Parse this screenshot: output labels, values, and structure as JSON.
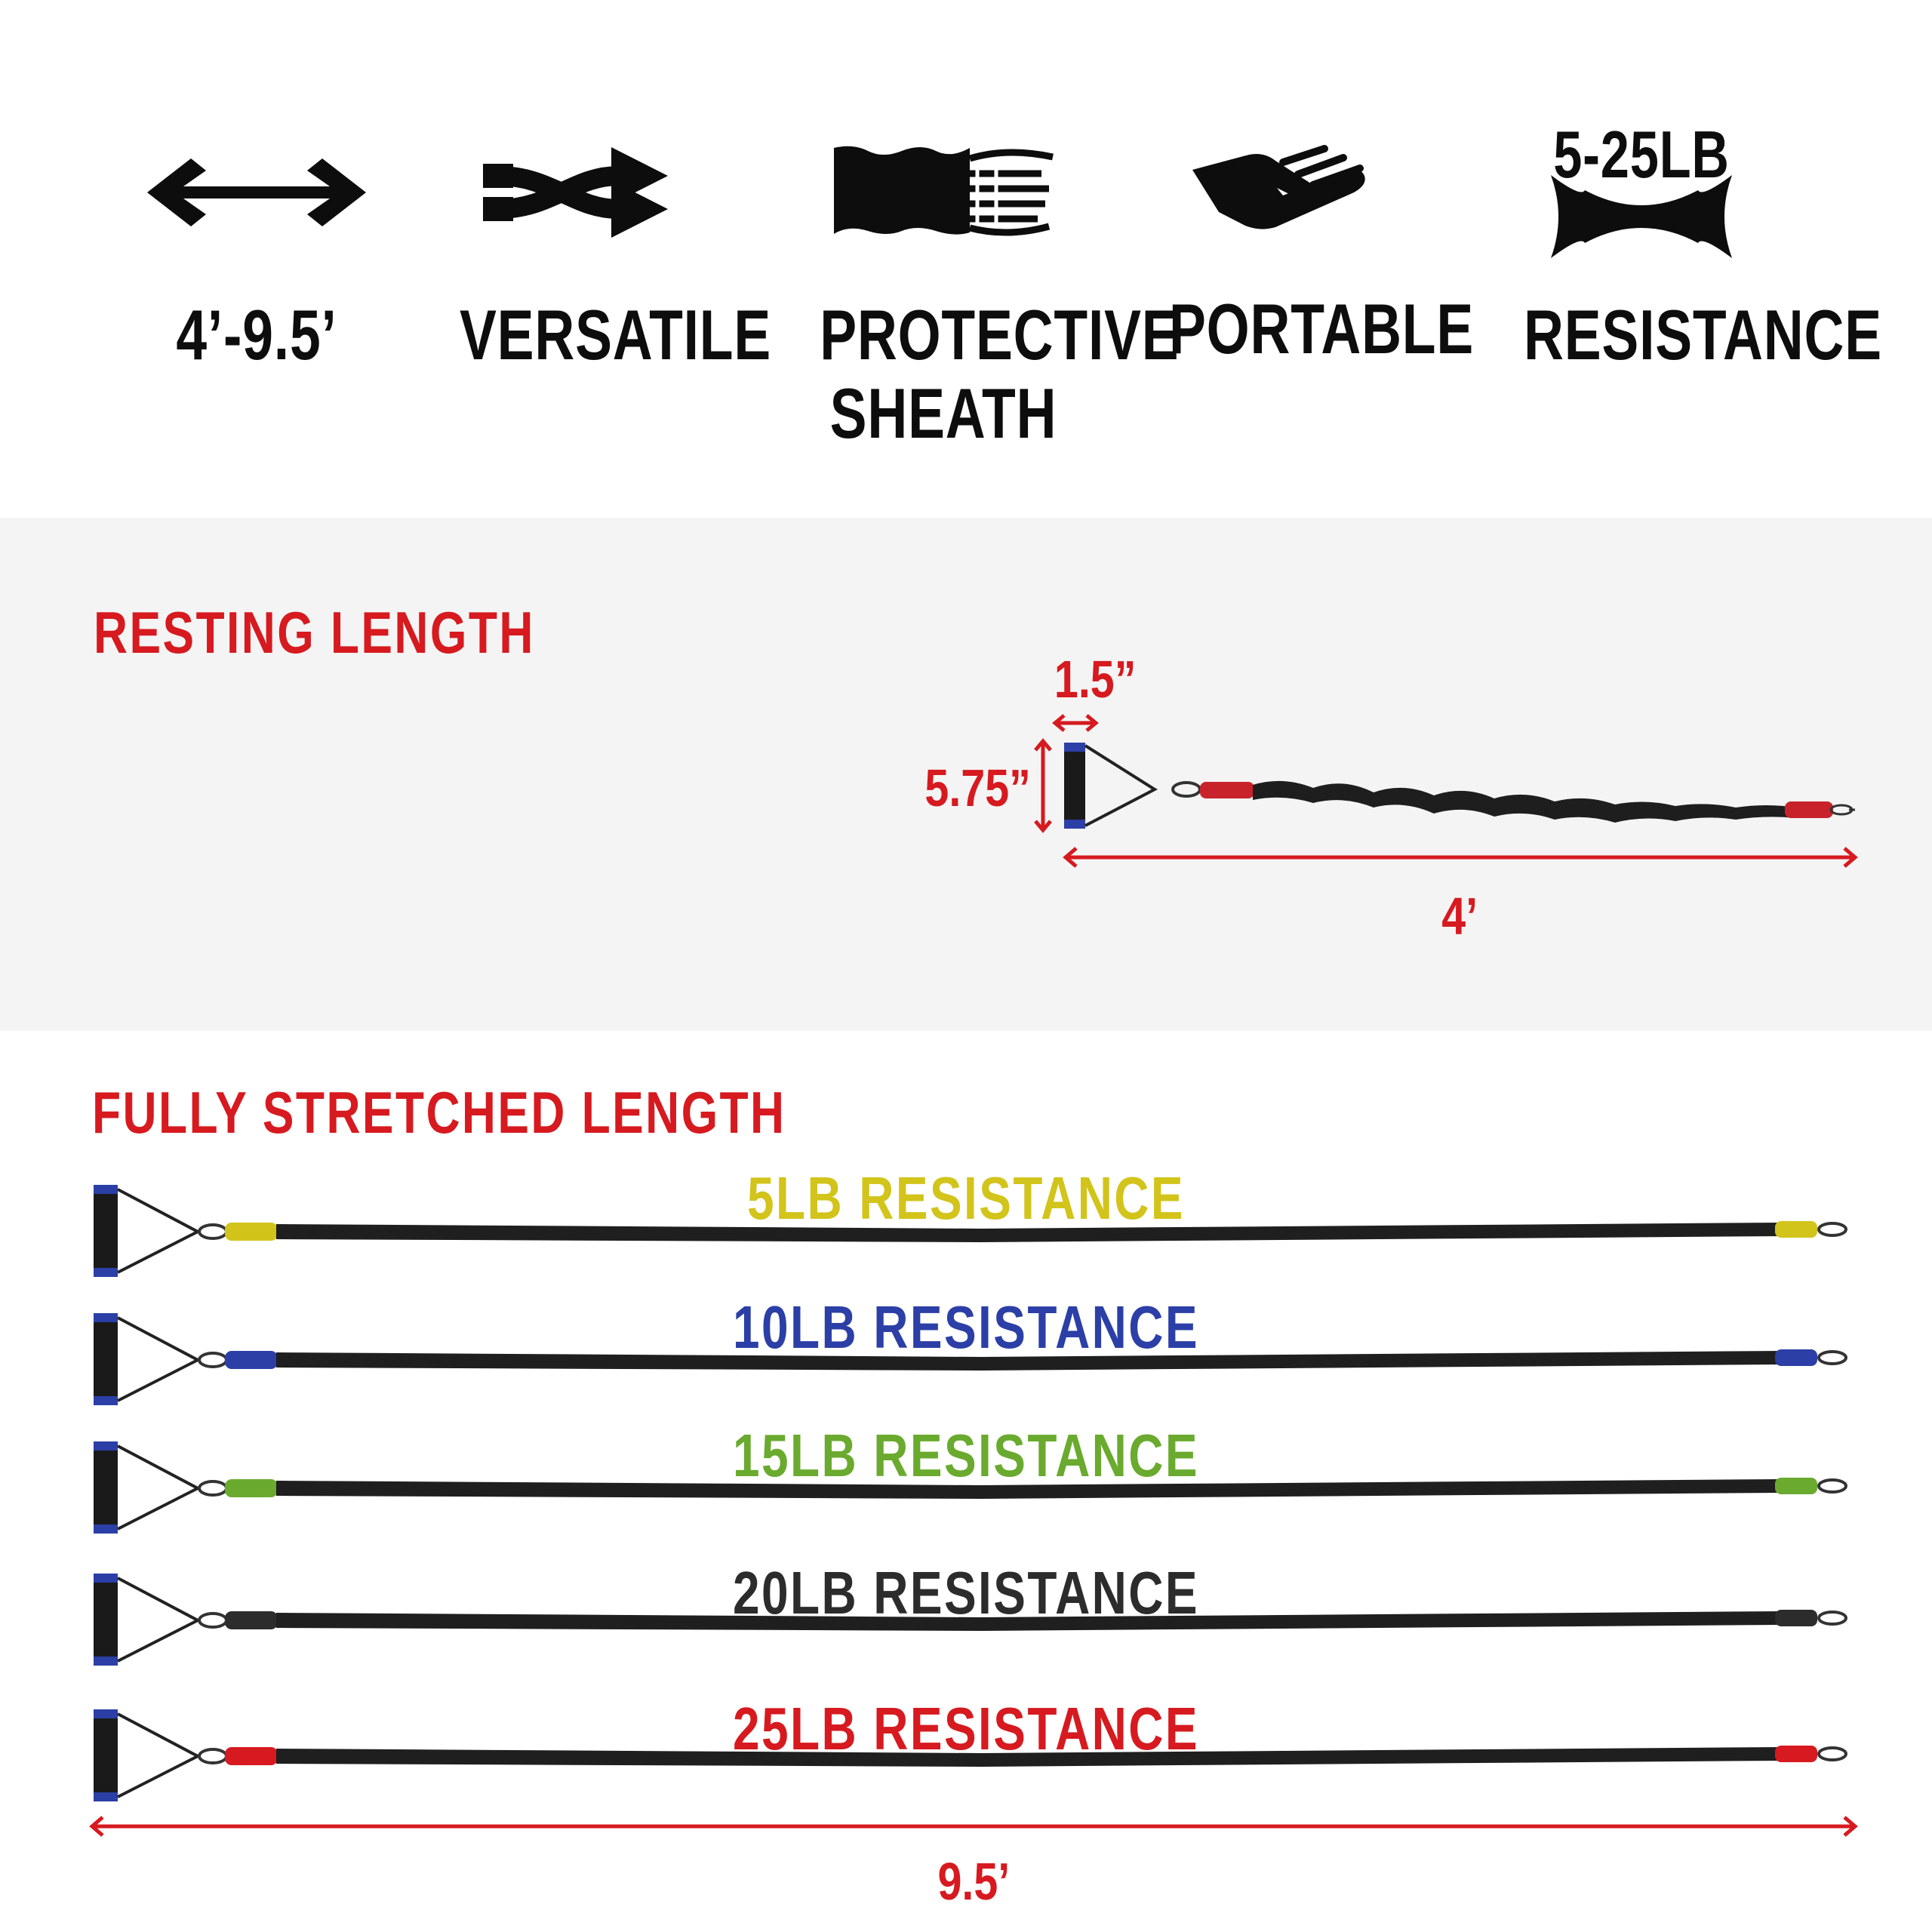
{
  "features": [
    {
      "icon": "double-arrow-icon",
      "label": "4’-9.5’"
    },
    {
      "icon": "shuffle-icon",
      "label": "VERSATILE"
    },
    {
      "icon": "sheath-icon",
      "label": "PROTECTIVE",
      "label2": "SHEATH"
    },
    {
      "icon": "hand-icon",
      "label": "PORTABLE"
    },
    {
      "icon": "stretch-icon",
      "label": "RESISTANCE",
      "icon_text": "5-25LB"
    }
  ],
  "resting": {
    "title": "RESTING LENGTH",
    "handle_width": "1.5”",
    "handle_height": "5.75”",
    "length": "4’"
  },
  "stretched": {
    "title": "FULLY STRETCHED LENGTH",
    "length": "9.5’",
    "bands": [
      {
        "label": "5LB RESISTANCE",
        "color": "#d2c41a"
      },
      {
        "label": "10LB RESISTANCE",
        "color": "#2b3fa6"
      },
      {
        "label": "15LB RESISTANCE",
        "color": "#6aaa2e"
      },
      {
        "label": "20LB RESISTANCE",
        "color": "#2c2c2c"
      },
      {
        "label": "25LB RESISTANCE",
        "color": "#d61a1f"
      }
    ]
  },
  "colors": {
    "accent": "#d61a1f",
    "handle_cap": "#2b3fa6"
  }
}
